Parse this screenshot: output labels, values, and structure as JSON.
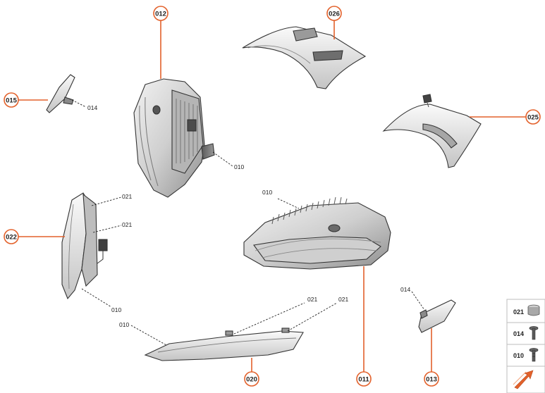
{
  "callouts": {
    "c012": "012",
    "c026": "026",
    "c015": "015",
    "c025": "025",
    "c022": "022",
    "c020": "020",
    "c011": "011",
    "c013": "013"
  },
  "labels": {
    "l014_top": "014",
    "l010_upper": "010",
    "l010_mid": "010",
    "l021_a": "021",
    "l021_b": "021",
    "l010_left": "010",
    "l010_bottom": "010",
    "l021_c": "021",
    "l021_d": "021",
    "l014_right": "014"
  },
  "legend": {
    "items": [
      {
        "code": "021",
        "icon": "nut-icon"
      },
      {
        "code": "014",
        "icon": "screw-icon"
      },
      {
        "code": "010",
        "icon": "bolt-icon"
      }
    ],
    "nav_icon": "arrow-icon"
  },
  "colors": {
    "accent": "#e3612b",
    "part_fill": "#d9d9d9",
    "part_dark": "#8c8c8c"
  }
}
